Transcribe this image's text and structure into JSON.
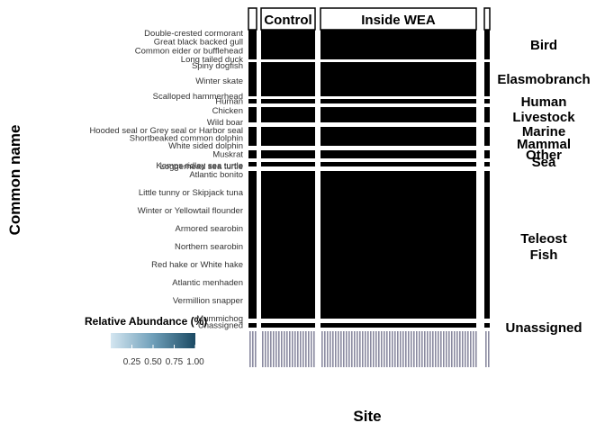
{
  "chart_data": {
    "type": "heatmap",
    "xlabel": "Site",
    "ylabel": "Common name",
    "column_facets": [
      "Control",
      "Inside WEA"
    ],
    "row_facets": [
      {
        "label": "Bird",
        "rows": [
          "Double-crested cormorant",
          "Great black backed gull",
          "Common eider or bufflehead",
          "Long tailed duck"
        ]
      },
      {
        "label": "Elasmobranch",
        "rows": [
          "Spiny dogfish",
          "Winter skate",
          "Scalloped hammerhead"
        ]
      },
      {
        "label": "Human",
        "rows": [
          "Human"
        ]
      },
      {
        "label": "Livestock",
        "rows": [
          "Chicken",
          "Wild boar"
        ]
      },
      {
        "label": "Marine Mammal",
        "rows": [
          "Hooded seal or Grey seal or Harbor seal",
          "Shortbeaked common dolphin",
          "White sided dolphin"
        ]
      },
      {
        "label": "Other",
        "rows": [
          "Muskrat"
        ]
      },
      {
        "label": "Sea",
        "rows": [
          "Kemps ridley sea turtle",
          "Loggerhead sea turtle"
        ]
      },
      {
        "label": "Teleost Fish",
        "rows": [
          "Atlantic bonito",
          "Little tunny or Skipjack tuna",
          "Winter or Yellowtail flounder",
          "Armored searobin",
          "Northern searobin",
          "Red hake or White hake",
          "Atlantic menhaden",
          "Vermillion snapper",
          "Mummichog"
        ]
      },
      {
        "label": "Unassigned",
        "rows": [
          "Unassigned"
        ]
      }
    ],
    "legend": {
      "title": "Relative Abundance (%)",
      "ticks": [
        "0.25",
        "0.50",
        "0.75",
        "1.00"
      ],
      "range": [
        0,
        1
      ]
    },
    "colors": {
      "low": "#c6dbef",
      "high": "#1b4a63",
      "tile": "#000000"
    }
  }
}
